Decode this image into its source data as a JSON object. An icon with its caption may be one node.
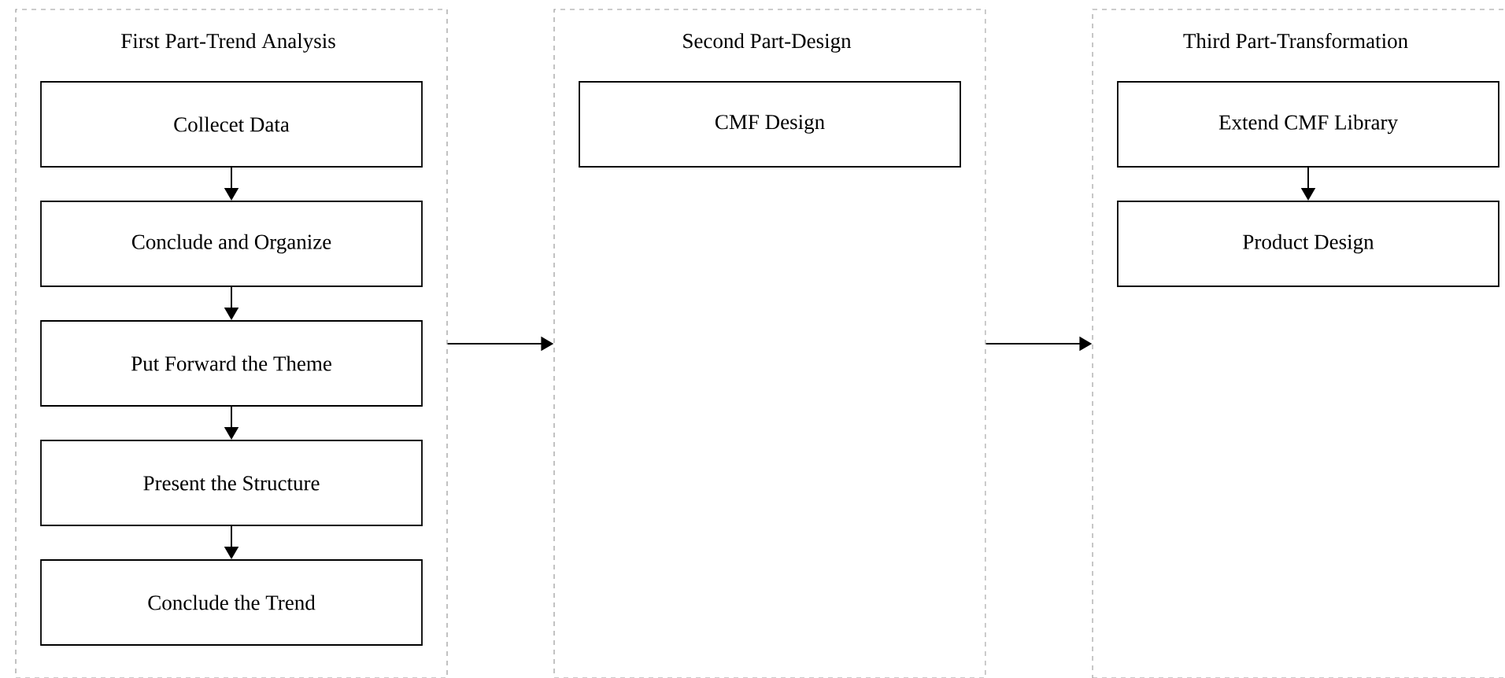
{
  "diagram": {
    "nodes": [
      {
        "text": [
          "First Part-Trend Analysis"
        ]
      },
      {
        "text": [
          "Collecet Data"
        ],
        "in": 0
      },
      {
        "text": [
          "Conclude and Organize"
        ],
        "in": 0
      },
      {
        "text": [
          "Put Forward the Theme"
        ],
        "in": 0
      },
      {
        "text": [
          "Present the Structure"
        ],
        "in": 0
      },
      {
        "text": [
          "Conclude the Trend"
        ],
        "in": 0
      },
      {
        "text": [
          "Second Part-Design"
        ]
      },
      {
        "text": [
          "CMF Design"
        ],
        "in": 6
      },
      {
        "text": [
          "Third Part-Transformation"
        ]
      },
      {
        "text": [
          "Extend CMF Library"
        ],
        "in": 8
      },
      {
        "text": [
          "Product Design"
        ],
        "in": 8
      }
    ],
    "edges": [
      {
        "from": 1,
        "to": 2,
        "arrow": "to"
      },
      {
        "from": 2,
        "to": 3,
        "arrow": "to"
      },
      {
        "from": 3,
        "to": 4,
        "arrow": "to"
      },
      {
        "from": 4,
        "to": 5,
        "arrow": "to"
      },
      {
        "from": 0,
        "to": 6,
        "arrow": "to"
      },
      {
        "from": 6,
        "to": 8,
        "arrow": "to"
      },
      {
        "from": 9,
        "to": 10,
        "arrow": "to"
      }
    ]
  }
}
